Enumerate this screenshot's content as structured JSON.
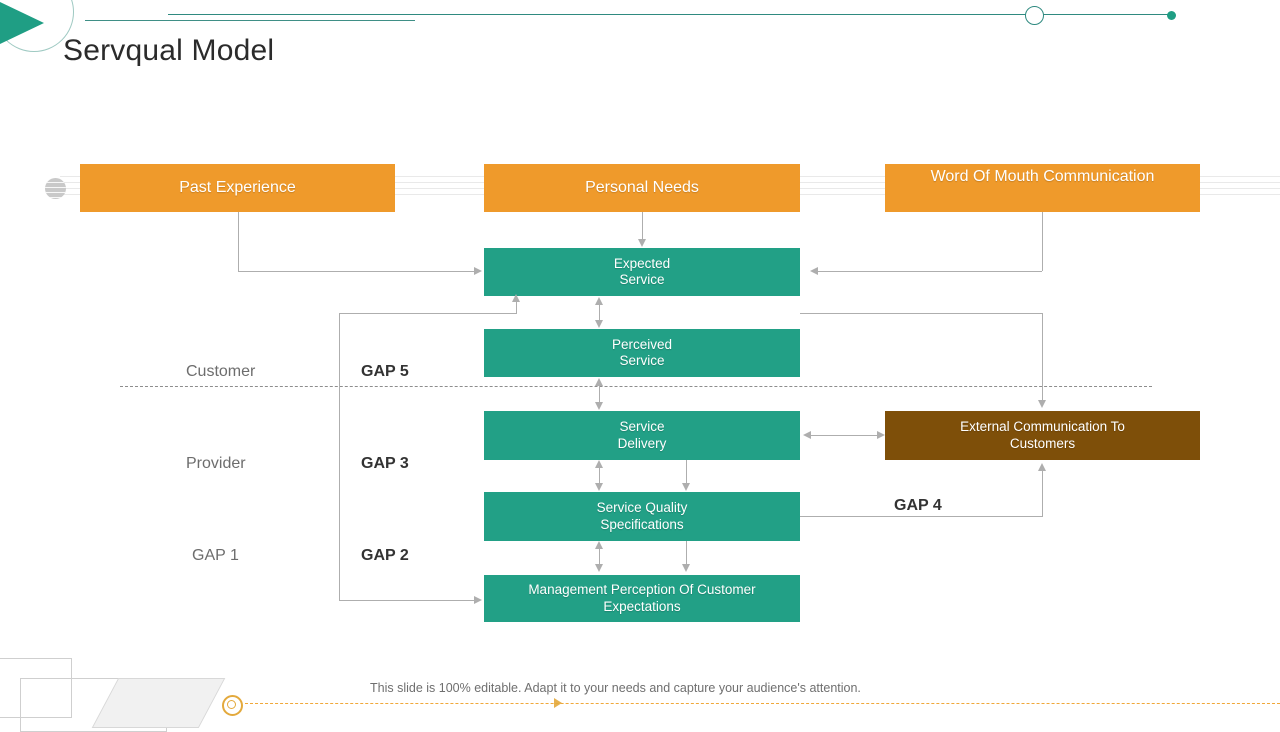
{
  "slide": {
    "title": "Servqual Model",
    "footer_note": "This slide is 100% editable. Adapt it to your needs and capture your audience's attention."
  },
  "colors": {
    "orange": "#ef9a2b",
    "green": "#22a086",
    "brown": "#7e4f09",
    "teal_accent": "#1f9e84",
    "connector": "#aeaeae",
    "footer_dash": "#f0a83a"
  },
  "inputs": [
    {
      "id": "past-experience",
      "label": "Past Experience"
    },
    {
      "id": "personal-needs",
      "label": "Personal Needs"
    },
    {
      "id": "word-of-mouth",
      "label": "Word Of Mouth Communication"
    }
  ],
  "process": [
    {
      "id": "expected-service",
      "label": "Expected\nService",
      "line1": "Expected",
      "line2": "Service"
    },
    {
      "id": "perceived-service",
      "label": "Perceived\nService",
      "line1": "Perceived",
      "line2": "Service"
    },
    {
      "id": "service-delivery",
      "label": "Service\nDelivery",
      "line1": "Service",
      "line2": "Delivery"
    },
    {
      "id": "service-quality-specifications",
      "label": "Service Quality\nSpecifications",
      "line1": "Service Quality",
      "line2": "Specifications"
    },
    {
      "id": "management-perception",
      "label": "Management Perception Of Customer Expectations",
      "line1": "Management Perception Of Customer",
      "line2": "Expectations"
    }
  ],
  "external": {
    "id": "external-communication",
    "line1": "External Communication To",
    "line2": "Customers"
  },
  "side_labels": [
    {
      "id": "customer",
      "label": "Customer"
    },
    {
      "id": "provider",
      "label": "Provider"
    },
    {
      "id": "gap-1-left",
      "label": "GAP 1"
    }
  ],
  "gaps": [
    {
      "id": "gap-5",
      "label": "GAP 5"
    },
    {
      "id": "gap-3",
      "label": "GAP 3"
    },
    {
      "id": "gap-2",
      "label": "GAP 2"
    },
    {
      "id": "gap-4",
      "label": "GAP 4"
    }
  ]
}
